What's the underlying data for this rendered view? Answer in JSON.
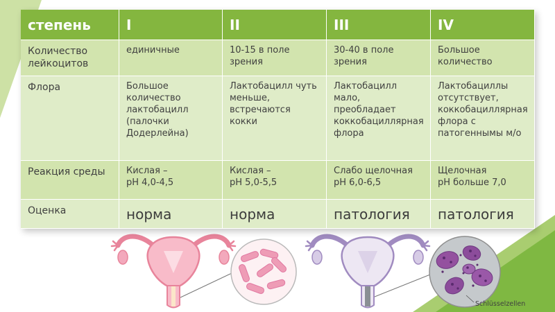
{
  "table": {
    "header": [
      "степень",
      "I",
      "II",
      "III",
      "IV"
    ],
    "rows": [
      {
        "label": "Количество лейкоцитов",
        "cells": [
          "единичные",
          "10-15 в поле зрения",
          "30-40 в поле зрения",
          "Большое количество"
        ]
      },
      {
        "label": "Флора",
        "cells": [
          "Большое количество лактобацилл (палочки Додерлейна)",
          "Лактобацилл чуть меньше, встречаются кокки",
          "Лактобацилл мало, преобладает коккобациллярная флора",
          "Лактобациллы отсутствует, коккобациллярная флора с патогеннымы м/о"
        ]
      },
      {
        "label": "Реакция среды",
        "cells": [
          "Кислая –\n pH 4,0-4,5",
          "Кислая –\npH 5,0-5,5",
          "Слабо щелочная\npH 6,0-6,5",
          "Щелочная\npH больше 7,0"
        ]
      },
      {
        "label": "Оценка",
        "cells": [
          "норма",
          "норма",
          "патология",
          "патология"
        ]
      }
    ]
  },
  "figures": {
    "clue_cells_label": "Schlüsselzellen"
  },
  "colors": {
    "header_green": "#84B63F",
    "band_dark": "#D2E4AE",
    "band_light": "#DFECC8",
    "accent_triangle": "#7FB842",
    "triangle_light": "#CDE1A5"
  }
}
